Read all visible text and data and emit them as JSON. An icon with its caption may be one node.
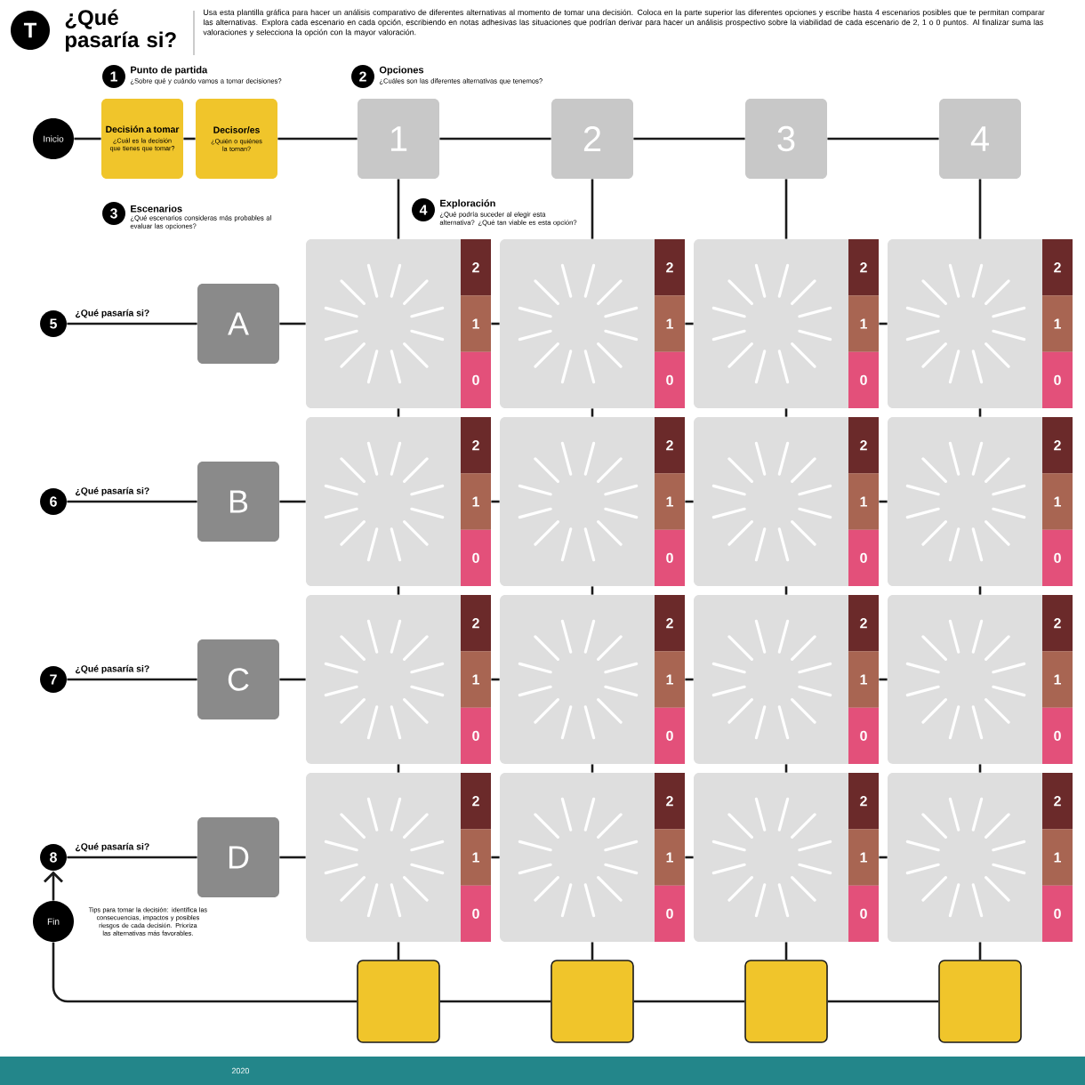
{
  "diagram": {
    "title": "¿Qué pasaría si?",
    "nodes": [
      {
        "text": [
          "Inicio"
        ]
      },
      {
        "text": [
          "Decisión a tomar",
          "¿Cuál es la decisión que tienes que tomar?"
        ]
      },
      {
        "text": [
          "Decisor/es",
          "¿Quién o quiénes la toman?"
        ]
      },
      {
        "text": [
          "1"
        ]
      },
      {
        "text": [
          "2"
        ]
      },
      {
        "text": [
          "3"
        ]
      },
      {
        "text": [
          "4"
        ]
      },
      {
        "text": [
          "5"
        ],
        "beside": [
          "¿Qué pasaría si?"
        ]
      },
      {
        "text": [
          "A"
        ]
      },
      {
        "text": [
          "2",
          "1",
          "0"
        ]
      },
      {
        "text": [
          "2",
          "1",
          "0"
        ]
      },
      {
        "text": [
          "2",
          "1",
          "0"
        ]
      },
      {
        "text": [
          "2",
          "1",
          "0"
        ]
      },
      {
        "text": [
          "6"
        ],
        "beside": [
          "¿Qué pasaría si?"
        ]
      },
      {
        "text": [
          "B"
        ]
      },
      {
        "text": [
          "2",
          "1",
          "0"
        ]
      },
      {
        "text": [
          "2",
          "1",
          "0"
        ]
      },
      {
        "text": [
          "2",
          "1",
          "0"
        ]
      },
      {
        "text": [
          "2",
          "1",
          "0"
        ]
      },
      {
        "text": [
          "7"
        ],
        "beside": [
          "¿Qué pasaría si?"
        ]
      },
      {
        "text": [
          "C"
        ]
      },
      {
        "text": [
          "2",
          "1",
          "0"
        ]
      },
      {
        "text": [
          "2",
          "1",
          "0"
        ]
      },
      {
        "text": [
          "2",
          "1",
          "0"
        ]
      },
      {
        "text": [
          "2",
          "1",
          "0"
        ]
      },
      {
        "text": [
          "8"
        ],
        "beside": [
          "¿Qué pasaría si?"
        ]
      },
      {
        "text": [
          "D"
        ]
      },
      {
        "text": [
          "2",
          "1",
          "0"
        ]
      },
      {
        "text": [
          "2",
          "1",
          "0"
        ]
      },
      {
        "text": [
          "2",
          "1",
          "0"
        ]
      },
      {
        "text": [
          "2",
          "1",
          "0"
        ]
      },
      {
        "text": [
          "Fin"
        ],
        "beside": [
          "Tips para tomar la decisión: identifica las consecuencias, impactos y posibles riesgos de cada decisión. Prioriza las alternativas más favorables."
        ]
      },
      {
        "text": [],
        "shape": "box"
      },
      {
        "text": [],
        "shape": "box"
      },
      {
        "text": [],
        "shape": "box"
      },
      {
        "text": [],
        "shape": "box"
      },
      {
        "text": [
          "T"
        ]
      }
    ],
    "edges": [
      {
        "from": 0,
        "to": 1,
        "arrow": "none"
      },
      {
        "from": 1,
        "to": 2,
        "arrow": "none"
      },
      {
        "from": 2,
        "to": 3,
        "arrow": "none"
      },
      {
        "from": 3,
        "to": 4,
        "arrow": "none"
      },
      {
        "from": 4,
        "to": 5,
        "arrow": "none"
      },
      {
        "from": 5,
        "to": 6,
        "arrow": "none"
      },
      {
        "from": 7,
        "to": 8,
        "arrow": "none"
      },
      {
        "from": 8,
        "to": 9,
        "arrow": "none"
      },
      {
        "from": 9,
        "to": 10,
        "arrow": "none"
      },
      {
        "from": 10,
        "to": 11,
        "arrow": "none"
      },
      {
        "from": 11,
        "to": 12,
        "arrow": "none"
      },
      {
        "from": 13,
        "to": 14,
        "arrow": "none"
      },
      {
        "from": 14,
        "to": 15,
        "arrow": "none"
      },
      {
        "from": 15,
        "to": 16,
        "arrow": "none"
      },
      {
        "from": 16,
        "to": 17,
        "arrow": "none"
      },
      {
        "from": 17,
        "to": 18,
        "arrow": "none"
      },
      {
        "from": 19,
        "to": 20,
        "arrow": "none"
      },
      {
        "from": 20,
        "to": 21,
        "arrow": "none"
      },
      {
        "from": 21,
        "to": 22,
        "arrow": "none"
      },
      {
        "from": 22,
        "to": 23,
        "arrow": "none"
      },
      {
        "from": 23,
        "to": 24,
        "arrow": "none"
      },
      {
        "from": 25,
        "to": 26,
        "arrow": "none"
      },
      {
        "from": 26,
        "to": 27,
        "arrow": "none"
      },
      {
        "from": 27,
        "to": 28,
        "arrow": "none"
      },
      {
        "from": 28,
        "to": 29,
        "arrow": "none"
      },
      {
        "from": 29,
        "to": 30,
        "arrow": "none"
      },
      {
        "from": 3,
        "to": 9,
        "arrow": "none"
      },
      {
        "from": 9,
        "to": 15,
        "arrow": "none"
      },
      {
        "from": 15,
        "to": 21,
        "arrow": "none"
      },
      {
        "from": 21,
        "to": 27,
        "arrow": "none"
      },
      {
        "from": 27,
        "to": 32,
        "arrow": "none"
      },
      {
        "from": 4,
        "to": 10,
        "arrow": "none"
      },
      {
        "from": 10,
        "to": 16,
        "arrow": "none"
      },
      {
        "from": 16,
        "to": 22,
        "arrow": "none"
      },
      {
        "from": 22,
        "to": 28,
        "arrow": "none"
      },
      {
        "from": 28,
        "to": 33,
        "arrow": "none"
      },
      {
        "from": 5,
        "to": 11,
        "arrow": "none"
      },
      {
        "from": 11,
        "to": 17,
        "arrow": "none"
      },
      {
        "from": 17,
        "to": 23,
        "arrow": "none"
      },
      {
        "from": 23,
        "to": 29,
        "arrow": "none"
      },
      {
        "from": 29,
        "to": 34,
        "arrow": "none"
      },
      {
        "from": 6,
        "to": 12,
        "arrow": "none"
      },
      {
        "from": 12,
        "to": 18,
        "arrow": "none"
      },
      {
        "from": 18,
        "to": 24,
        "arrow": "none"
      },
      {
        "from": 24,
        "to": 30,
        "arrow": "none"
      },
      {
        "from": 30,
        "to": 35,
        "arrow": "none"
      },
      {
        "from": 32,
        "to": 33,
        "arrow": "none"
      },
      {
        "from": 33,
        "to": 34,
        "arrow": "none"
      },
      {
        "from": 34,
        "to": 35,
        "arrow": "none"
      },
      {
        "from": 32,
        "to": 31,
        "arrow": "none"
      },
      {
        "from": 31,
        "to": 25,
        "arrow": "to"
      }
    ],
    "labels": [
      "Usa esta plantilla gráfica para hacer un análisis comparativo de diferentes alternativas al momento de tomar una decisión. Coloca en la parte superior las diferentes opciones y escribe hasta 4 escenarios posibles que te permitan comparar las alternativas. Explora cada escenario en cada opción, escribiendo en notas adhesivas las situaciones que podrían derivar para hacer un análisis prospectivo sobre la viabilidad de cada escenario de 2, 1 o 0 puntos. Al finalizar suma las valoraciones y selecciona la opción con la mayor valoración.",
      "1",
      "Punto de partida",
      "¿Sobre qué y cuándo vamos a tomar decisiones?",
      "2",
      "Opciones",
      "¿Cuáles son las diferentes alternativas que tenemos?",
      "3",
      "Escenarios",
      "¿Qué escenarios consideras más probables al evaluar las opciones?",
      "4",
      "Exploración",
      "¿Qué podría suceder al elegir esta alternativa? ¿Qué tan viable es esta opción?",
      "2020"
    ]
  }
}
